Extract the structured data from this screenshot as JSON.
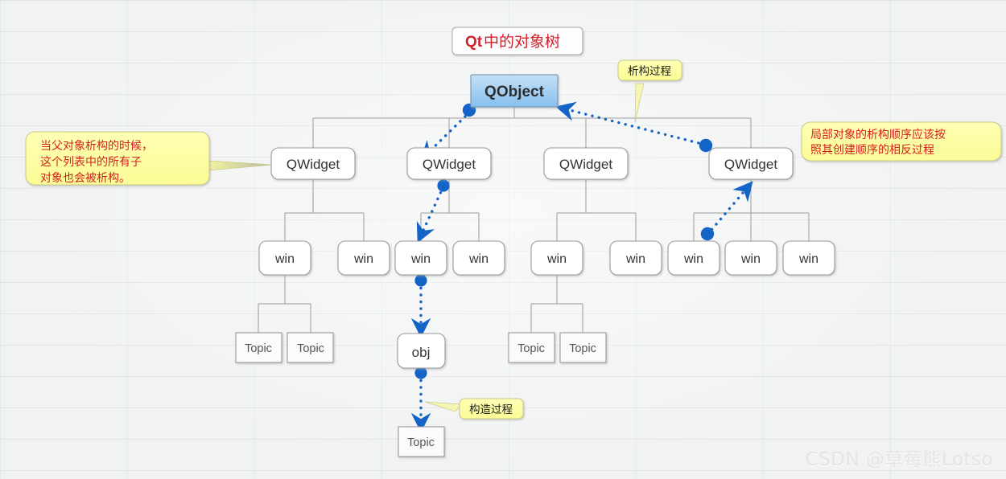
{
  "title_badge": {
    "prefix": "Qt",
    "text": " 中的对象树"
  },
  "colors": {
    "background": "#f1f2f2",
    "node_fill": "#ffffff",
    "node_border": "#9a9a9a",
    "root_fill_top": "#bfdcf5",
    "root_fill_bottom": "#8cc3ef",
    "root_border": "#7d9cb5",
    "callout_fill": "#ffffaa",
    "callout_border": "#c9c98a",
    "callout_text_red": "#d62020",
    "callout_text_black": "#1a1a1a",
    "arrow_blue": "#1464c8",
    "title_red": "#d4202a",
    "title_text": "#c02020",
    "topic_text": "#555555",
    "watermark": "#e3e4e6"
  },
  "root": {
    "label": "QObject"
  },
  "level_widgets": [
    {
      "label": "QWidget"
    },
    {
      "label": "QWidget"
    },
    {
      "label": "QWidget"
    },
    {
      "label": "QWidget"
    }
  ],
  "level_wins": [
    {
      "label": "win"
    },
    {
      "label": "win"
    },
    {
      "label": "win"
    },
    {
      "label": "win"
    },
    {
      "label": "win"
    },
    {
      "label": "win"
    },
    {
      "label": "win"
    },
    {
      "label": "win"
    },
    {
      "label": "win"
    }
  ],
  "topics_left": [
    {
      "label": "Topic"
    },
    {
      "label": "Topic"
    }
  ],
  "topics_right": [
    {
      "label": "Topic"
    },
    {
      "label": "Topic"
    }
  ],
  "obj_node": {
    "label": "obj"
  },
  "topic_bottom": {
    "label": "Topic"
  },
  "callouts": {
    "left": {
      "line1": "当父对象析构的时候，",
      "line2": "这个列表中的所有子",
      "line3": "对象也会被析构。"
    },
    "right": {
      "line1": "局部对象的析构顺序应该按",
      "line2": "照其创建顺序的相反过程"
    },
    "destruct": {
      "text": "析构过程"
    },
    "construct": {
      "text": "构造过程"
    }
  },
  "watermark": {
    "text": "CSDN @草莓熊Lotso"
  }
}
